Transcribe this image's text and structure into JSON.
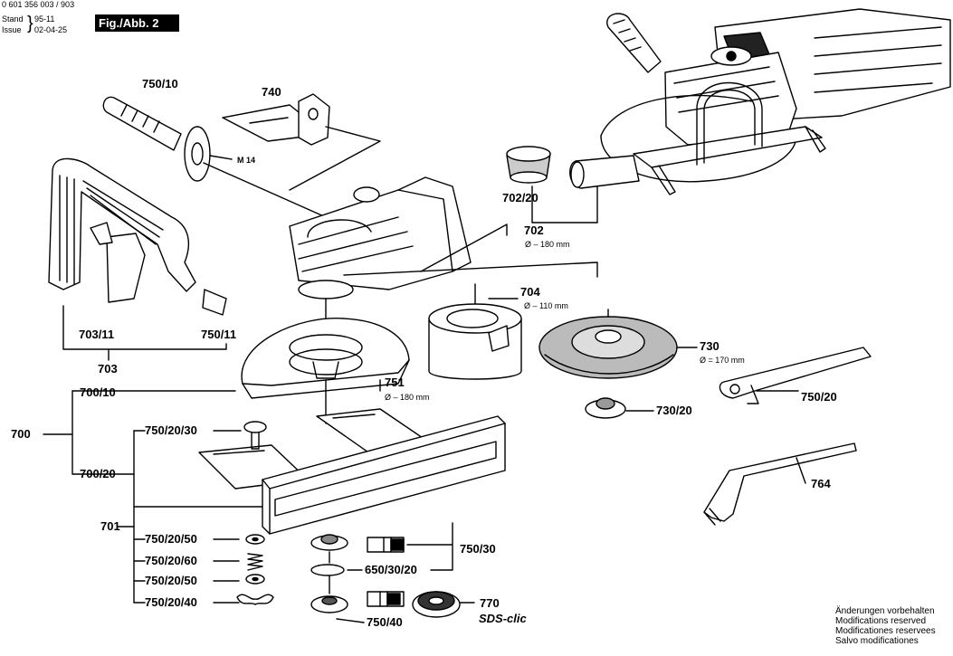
{
  "header": {
    "part_number": "0 601 356 003 / 903",
    "stand_label": "Stand",
    "stand_value": "95-11",
    "issue_label": "Issue",
    "issue_value": "02-04-25",
    "figure": "Fig./Abb. 2"
  },
  "labels": {
    "p750_10": "750/10",
    "p740": "740",
    "m14": "M 14",
    "p703_11": "703/11",
    "p750_11": "750/11",
    "p703": "703",
    "p702_20": "702/20",
    "p702": "702",
    "p702_dim": "Ø – 180 mm",
    "p704": "704",
    "p704_dim": "Ø – 110 mm",
    "p751": "751",
    "p751_dim": "Ø – 180 mm",
    "p730": "730",
    "p730_dim": "Ø = 170 mm",
    "p730_20": "730/20",
    "p750_20": "750/20",
    "p700_10": "700/10",
    "p700": "700",
    "p750_20_30": "750/20/30",
    "p700_20": "700/20",
    "p701": "701",
    "p750_20_50a": "750/20/50",
    "p750_20_60": "750/20/60",
    "p750_20_50b": "750/20/50",
    "p750_20_40": "750/20/40",
    "p750_30": "750/30",
    "p650_30_20": "650/30/20",
    "p750_40": "750/40",
    "p770": "770",
    "sds": "SDS-clic",
    "p764": "764"
  },
  "notes": [
    "Änderungen vorbehalten",
    "Modifications reserved",
    "Modificationes reservees",
    "Salvo modificationes"
  ]
}
